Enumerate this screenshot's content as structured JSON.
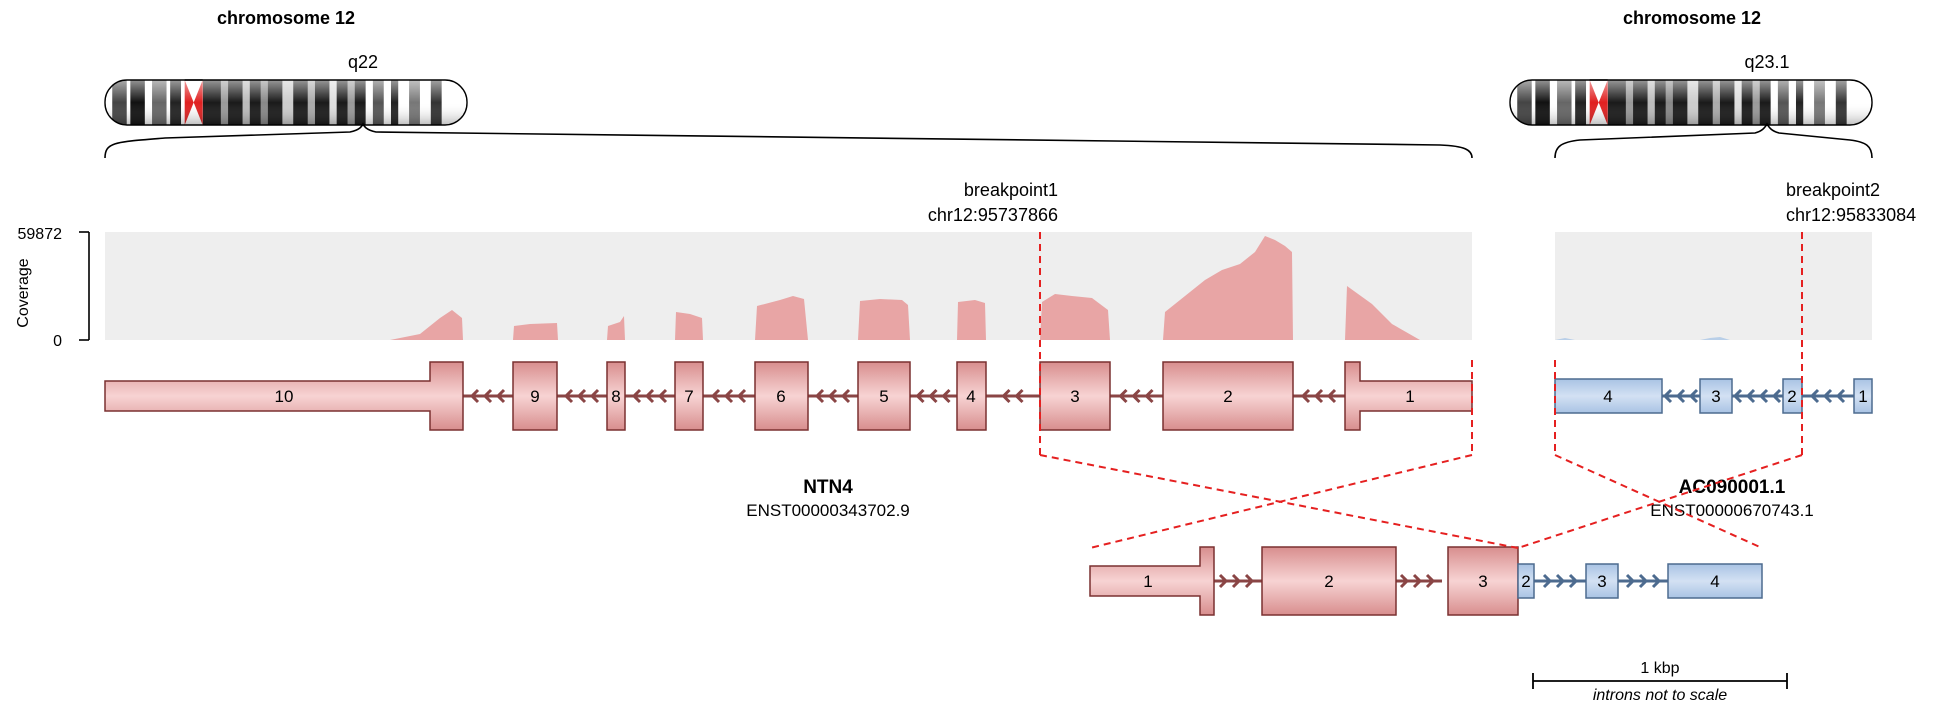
{
  "chromosomes": {
    "left": {
      "title": "chromosome 12",
      "band": "q22"
    },
    "right": {
      "title": "chromosome 12",
      "band": "q23.1"
    }
  },
  "breakpoints": {
    "bp1": {
      "label": "breakpoint1",
      "coord": "chr12:95737866"
    },
    "bp2": {
      "label": "breakpoint2",
      "coord": "chr12:95833084"
    }
  },
  "coverage": {
    "axis_label": "Coverage",
    "max_label": "59872",
    "min_label": "0"
  },
  "genes": {
    "gene1": {
      "name": "NTN4",
      "transcript": "ENST00000343702.9",
      "color": "#e8a5a5",
      "arrow_color": "#8a4545"
    },
    "gene2": {
      "name": "AC090001.1",
      "transcript": "ENST00000670743.1",
      "color": "#b9cfe8",
      "arrow_color": "#4d6b8f"
    }
  },
  "exons": {
    "gene1": [
      "10",
      "9",
      "8",
      "7",
      "6",
      "5",
      "4",
      "3",
      "2",
      "1"
    ],
    "gene2": [
      "4",
      "3",
      "2",
      "1"
    ],
    "fusion": [
      "1",
      "2",
      "3",
      "2",
      "3",
      "4"
    ]
  },
  "scale": {
    "label": "1 kbp",
    "note": "introns not to scale"
  },
  "colors": {
    "breakpoint_line": "#e52020",
    "coverage_bg": "#eeeeee"
  }
}
